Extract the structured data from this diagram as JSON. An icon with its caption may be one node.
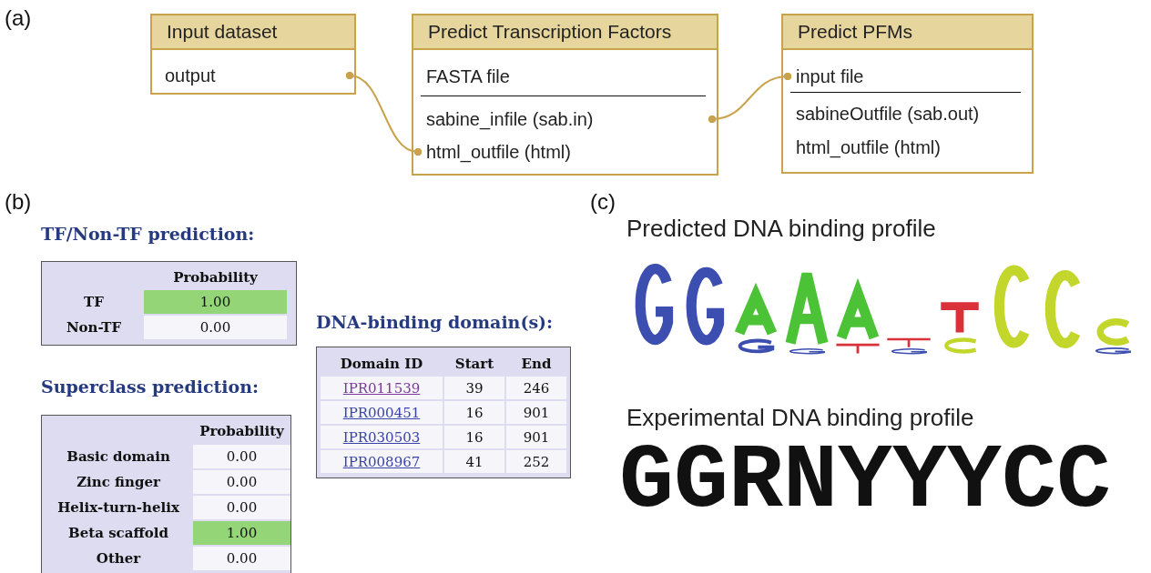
{
  "diagram": {
    "nodes": [
      {
        "text": [
          "Input dataset"
        ]
      },
      {
        "text": [
          "output"
        ],
        "in": 0
      },
      {
        "text": [
          "Predict Transcription Factors"
        ]
      },
      {
        "text": [
          "FASTA file"
        ],
        "in": 2
      },
      {
        "text": [
          "sabine_infile (sab.in)"
        ],
        "in": 2
      },
      {
        "text": [
          "html_outfile (html)"
        ],
        "in": 2
      },
      {
        "text": [
          "Predict PFMs"
        ]
      },
      {
        "text": [
          "input file"
        ],
        "in": 6
      },
      {
        "text": [
          "sabineOutfile (sab.out)"
        ],
        "in": 6
      },
      {
        "text": [
          "html_outfile (html)"
        ],
        "in": 6
      }
    ],
    "edges": [
      {
        "from": 1,
        "to": 5,
        "arrow": "other"
      },
      {
        "from": 4,
        "to": 7,
        "arrow": "other"
      }
    ],
    "labels": [
      "(a)",
      "(b)",
      "TF/Non-TF prediction:",
      "Probability",
      "TF",
      "1.00",
      "Non-TF",
      "0.00",
      "DNA-binding domain(s):",
      "Domain ID",
      "Start",
      "End",
      "IPR011539",
      "39",
      "246",
      "IPR000451",
      "16",
      "901",
      "IPR030503",
      "16",
      "901",
      "IPR008967",
      "41",
      "252",
      "Superclass prediction:",
      "Probability",
      "Basic domain",
      "0.00",
      "Zinc finger",
      "0.00",
      "Helix-turn-helix",
      "0.00",
      "Beta scaffold",
      "1.00",
      "Other",
      "0.00",
      "(c)",
      "Predicted DNA binding profile",
      "Experimental DNA binding profile",
      "GGRNYYYCC"
    ]
  }
}
